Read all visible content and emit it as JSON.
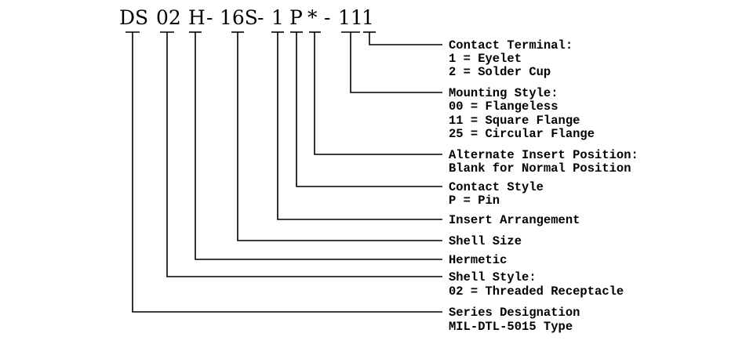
{
  "part_number": {
    "segments": [
      "DS",
      "02",
      "H",
      "-",
      "16S",
      "-",
      "1",
      "P",
      "*",
      "-",
      "11",
      "1"
    ]
  },
  "callouts": [
    {
      "title": "Contact Terminal:",
      "lines": [
        "1 = Eyelet",
        "2 = Solder Cup"
      ]
    },
    {
      "title": "Mounting Style:",
      "lines": [
        "00 = Flangeless",
        "11 = Square Flange",
        "25 = Circular Flange"
      ]
    },
    {
      "title": "Alternate Insert Position:",
      "lines": [
        "Blank for Normal Position"
      ]
    },
    {
      "title": "Contact Style",
      "lines": [
        "P = Pin"
      ]
    },
    {
      "title": "Insert Arrangement",
      "lines": []
    },
    {
      "title": "Shell Size",
      "lines": []
    },
    {
      "title": "Hermetic",
      "lines": []
    },
    {
      "title": "Shell Style:",
      "lines": [
        "02 = Threaded Receptacle"
      ]
    },
    {
      "title": "Series Designation",
      "lines": [
        "MIL-DTL-5015 Type"
      ]
    }
  ],
  "colors": {
    "ink": "#000000",
    "background": "#ffffff"
  }
}
